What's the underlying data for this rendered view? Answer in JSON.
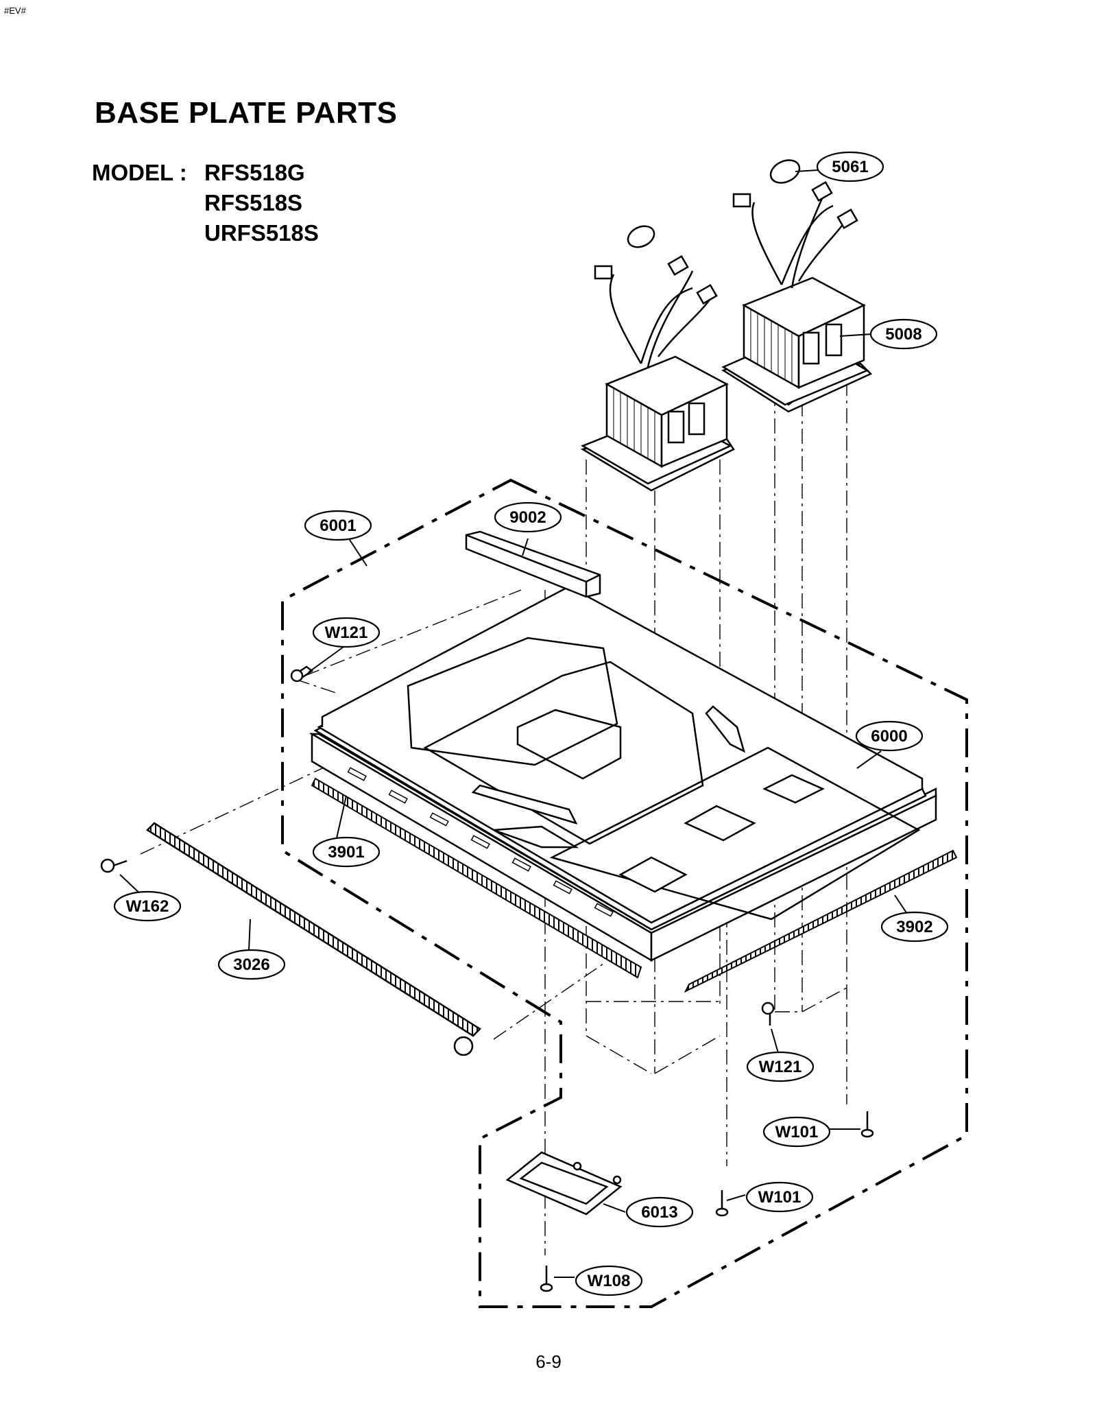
{
  "page": {
    "corner_tag": "#EV#",
    "title": "BASE PLATE PARTS",
    "model_label": "MODEL :",
    "models": [
      "RFS518G",
      "RFS518S",
      "URFS518S"
    ],
    "page_number": "6-9"
  },
  "callouts": [
    {
      "id": "c5061",
      "label": "5061"
    },
    {
      "id": "c5008",
      "label": "5008"
    },
    {
      "id": "c6001",
      "label": "6001"
    },
    {
      "id": "c9002",
      "label": "9002"
    },
    {
      "id": "cW121a",
      "label": "W121"
    },
    {
      "id": "c6000",
      "label": "6000"
    },
    {
      "id": "c3901",
      "label": "3901"
    },
    {
      "id": "cW162",
      "label": "W162"
    },
    {
      "id": "c3026",
      "label": "3026"
    },
    {
      "id": "c3902",
      "label": "3902"
    },
    {
      "id": "cW121b",
      "label": "W121"
    },
    {
      "id": "cW101a",
      "label": "W101"
    },
    {
      "id": "cW101b",
      "label": "W101"
    },
    {
      "id": "c6013",
      "label": "6013"
    },
    {
      "id": "cW108",
      "label": "W108"
    }
  ]
}
